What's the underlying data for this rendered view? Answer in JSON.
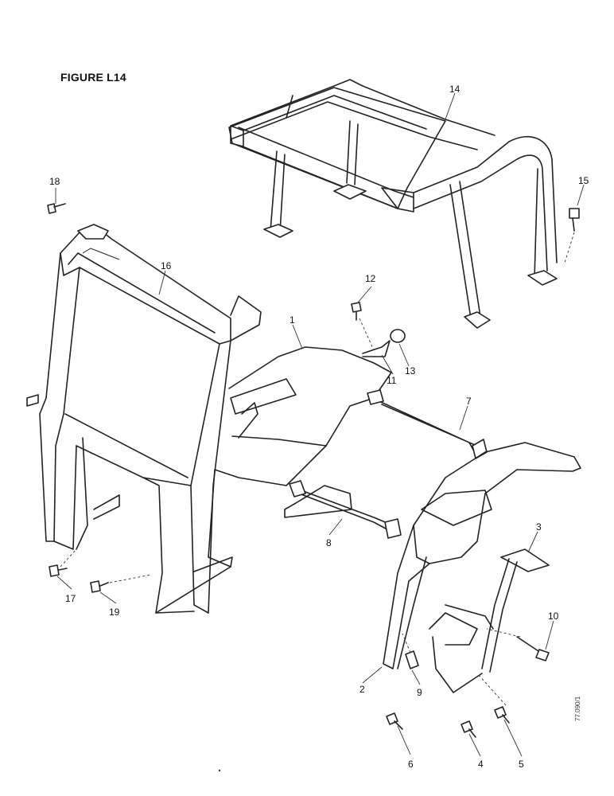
{
  "figure": {
    "title": "FIGURE L14",
    "ref_code": "77.090/1"
  },
  "callouts": {
    "c1": "1",
    "c2": "2",
    "c3": "3",
    "c4": "4",
    "c5": "5",
    "c6": "6",
    "c7": "7",
    "c8": "8",
    "c9": "9",
    "c10": "10",
    "c11": "11",
    "c12": "12",
    "c13": "13",
    "c14": "14",
    "c15": "15",
    "c16": "16",
    "c17": "17",
    "c18": "18",
    "c19": "19"
  }
}
